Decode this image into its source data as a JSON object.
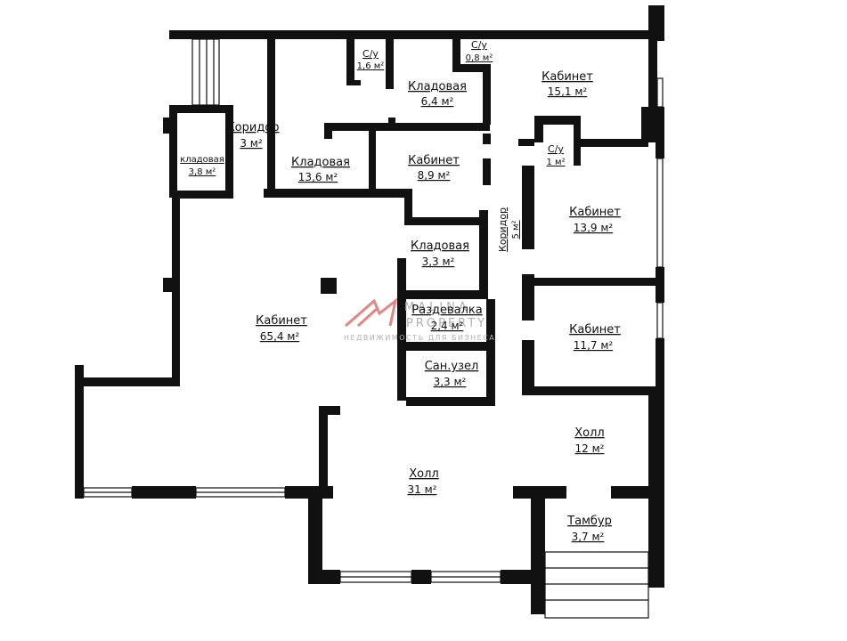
{
  "colors": {
    "wall": "#111111",
    "line": "#111111",
    "watermark_logo": "#d9534f",
    "watermark_text": "#b0b0b0",
    "background": "#ffffff"
  },
  "rooms": [
    {
      "id": "wc-1",
      "name": "С/у",
      "area": "1,6 м²"
    },
    {
      "id": "wc-2",
      "name": "С/у",
      "area": "0,8 м²"
    },
    {
      "id": "storage-64",
      "name": "Кладовая",
      "area": "6,4 м²"
    },
    {
      "id": "office-151",
      "name": "Кабинет",
      "area": "15,1 м²"
    },
    {
      "id": "corridor-3",
      "name": "Коридор",
      "area": "3 м²"
    },
    {
      "id": "storage-38",
      "name": "кладовая",
      "area": "3,8 м²"
    },
    {
      "id": "storage-136",
      "name": "Кладовая",
      "area": "13,6 м²"
    },
    {
      "id": "office-89",
      "name": "Кабинет",
      "area": "8,9 м²"
    },
    {
      "id": "wc-3",
      "name": "С/у",
      "area": "1 м²"
    },
    {
      "id": "corridor-5",
      "name": "Коридор",
      "area": "5 м²"
    },
    {
      "id": "office-139",
      "name": "Кабинет",
      "area": "13,9 м²"
    },
    {
      "id": "storage-33",
      "name": "Кладовая",
      "area": "3,3 м²"
    },
    {
      "id": "locker-room",
      "name": "Раздевалка",
      "area": "2,4 м²"
    },
    {
      "id": "office-654",
      "name": "Кабинет",
      "area": "65,4 м²"
    },
    {
      "id": "office-117",
      "name": "Кабинет",
      "area": "11,7 м²"
    },
    {
      "id": "bathroom",
      "name": "Сан.узел",
      "area": "3,3 м²"
    },
    {
      "id": "hall-12",
      "name": "Холл",
      "area": "12 м²"
    },
    {
      "id": "hall-31",
      "name": "Холл",
      "area": "31 м²"
    },
    {
      "id": "vestibule",
      "name": "Тамбур",
      "area": "3,7 м²"
    }
  ],
  "watermark": {
    "brand": "MALINA",
    "brand2": "PROPERTY",
    "tagline": "НЕДВИЖИМОСТЬ ДЛЯ БИЗНЕСА"
  }
}
